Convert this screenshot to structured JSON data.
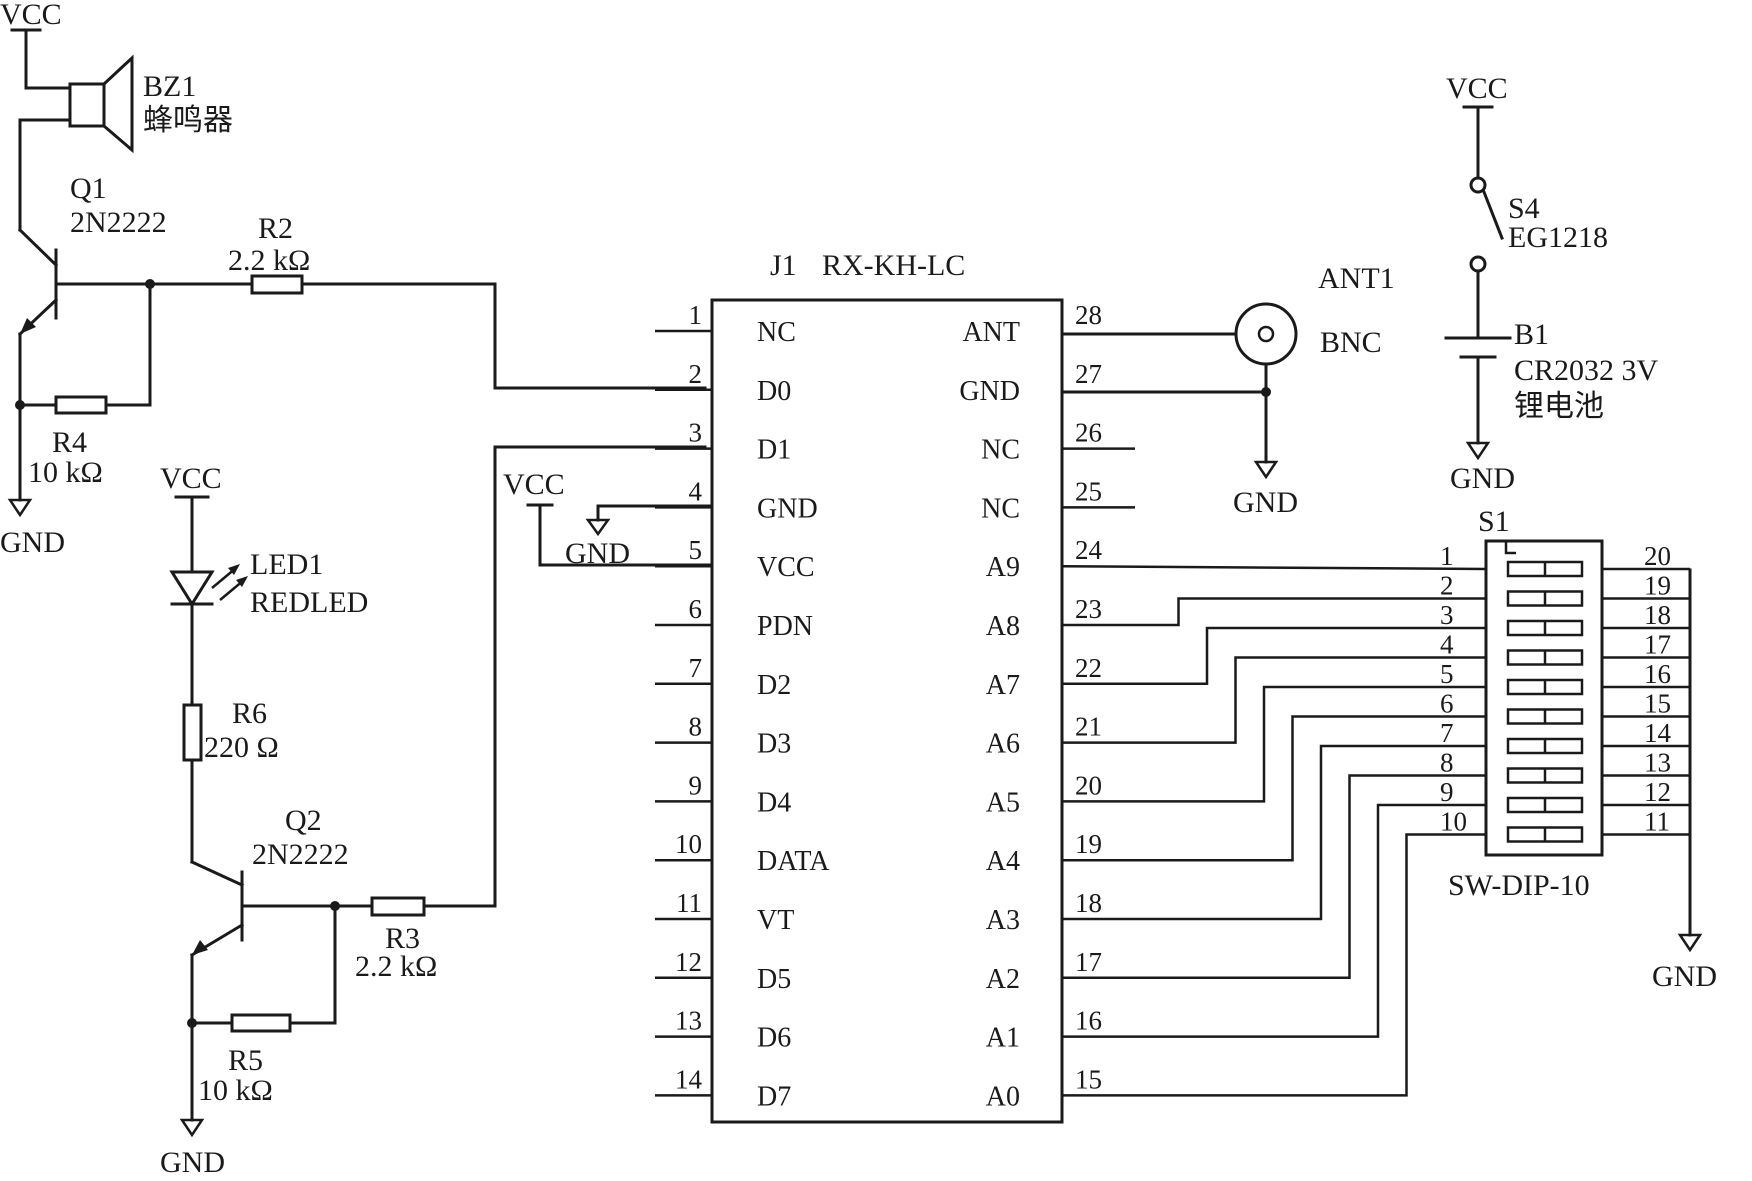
{
  "buzzer": {
    "ref": "BZ1",
    "desc": "蜂鸣器",
    "supply": "VCC"
  },
  "q1": {
    "ref": "Q1",
    "part": "2N2222"
  },
  "q2": {
    "ref": "Q2",
    "part": "2N2222"
  },
  "r2": {
    "ref": "R2",
    "value": "2.2 kΩ"
  },
  "r3": {
    "ref": "R3",
    "value": "2.2 kΩ"
  },
  "r4": {
    "ref": "R4",
    "value": "10 kΩ"
  },
  "r5": {
    "ref": "R5",
    "value": "10 kΩ"
  },
  "r6": {
    "ref": "R6",
    "value": "220 Ω"
  },
  "led": {
    "ref": "LED1",
    "part": "REDLED",
    "supply": "VCC"
  },
  "gnd_label": "GND",
  "vcc_label": "VCC",
  "j1": {
    "ref": "J1",
    "part": "RX-KH-LC",
    "left_pins": [
      {
        "num": "1",
        "name": "NC"
      },
      {
        "num": "2",
        "name": "D0"
      },
      {
        "num": "3",
        "name": "D1"
      },
      {
        "num": "4",
        "name": "GND"
      },
      {
        "num": "5",
        "name": "VCC"
      },
      {
        "num": "6",
        "name": "PDN"
      },
      {
        "num": "7",
        "name": "D2"
      },
      {
        "num": "8",
        "name": "D3"
      },
      {
        "num": "9",
        "name": "D4"
      },
      {
        "num": "10",
        "name": "DATA"
      },
      {
        "num": "11",
        "name": "VT"
      },
      {
        "num": "12",
        "name": "D5"
      },
      {
        "num": "13",
        "name": "D6"
      },
      {
        "num": "14",
        "name": "D7"
      }
    ],
    "right_pins": [
      {
        "num": "28",
        "name": "ANT"
      },
      {
        "num": "27",
        "name": "GND"
      },
      {
        "num": "26",
        "name": "NC"
      },
      {
        "num": "25",
        "name": "NC"
      },
      {
        "num": "24",
        "name": "A9"
      },
      {
        "num": "23",
        "name": "A8"
      },
      {
        "num": "22",
        "name": "A7"
      },
      {
        "num": "21",
        "name": "A6"
      },
      {
        "num": "20",
        "name": "A5"
      },
      {
        "num": "19",
        "name": "A4"
      },
      {
        "num": "18",
        "name": "A3"
      },
      {
        "num": "17",
        "name": "A2"
      },
      {
        "num": "16",
        "name": "A1"
      },
      {
        "num": "15",
        "name": "A0"
      }
    ]
  },
  "ant": {
    "ref": "ANT1",
    "part": "BNC"
  },
  "s4": {
    "ref": "S4",
    "part": "EG1218"
  },
  "battery": {
    "ref": "B1",
    "part": "CR2032 3V",
    "desc": "锂电池"
  },
  "s1": {
    "ref": "S1",
    "part": "SW-DIP-10",
    "left_pins": [
      "1",
      "2",
      "3",
      "4",
      "5",
      "6",
      "7",
      "8",
      "9",
      "10"
    ],
    "right_pins": [
      "20",
      "19",
      "18",
      "17",
      "16",
      "15",
      "14",
      "13",
      "12",
      "11"
    ]
  }
}
